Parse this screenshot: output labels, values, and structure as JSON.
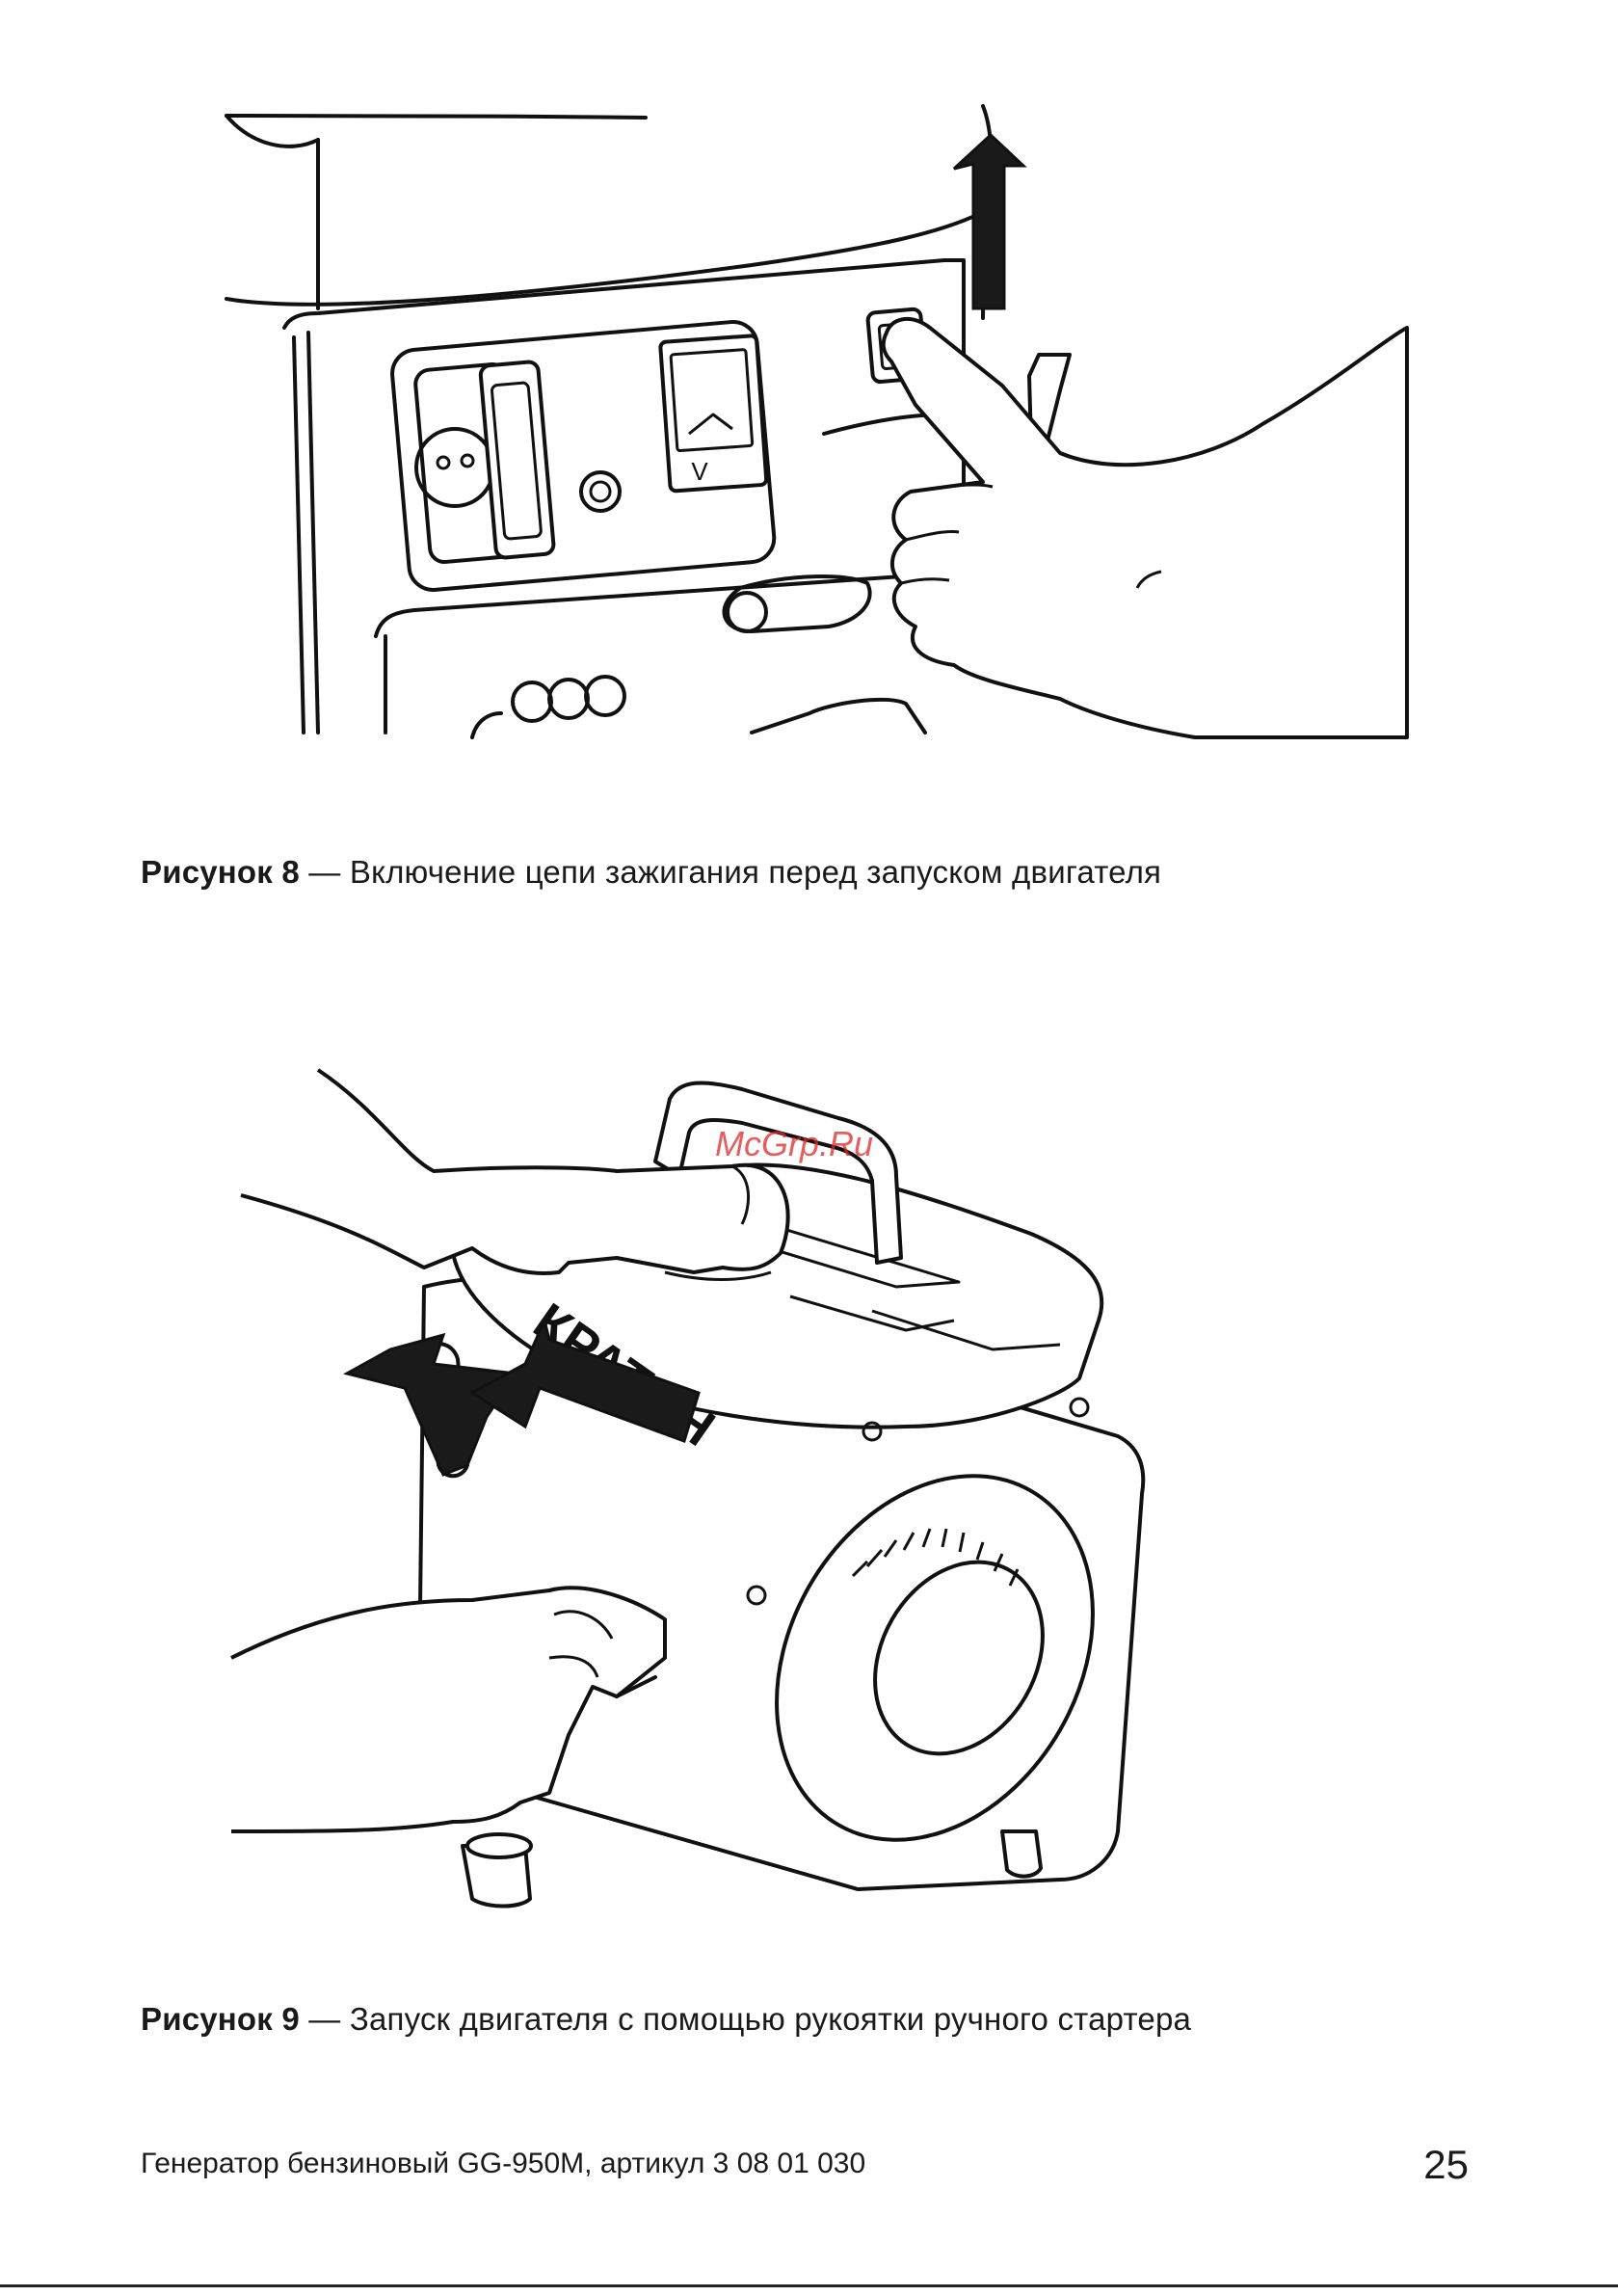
{
  "figure8": {
    "caption_bold": "Рисунок 8",
    "caption_text": " — Включение цепи зажигания перед запуском двигателя",
    "voltmeter_label": "V"
  },
  "figure9": {
    "caption_bold": "Рисунок 9",
    "caption_text": " — Запуск двигателя с помощью рукоятки ручного стартера",
    "brand_logo": "КРАТОН"
  },
  "watermark": "McGrp.Ru",
  "footer": {
    "product": "Генератор бензиновый GG-950M, артикул 3 08 01 030",
    "page_number": "25"
  }
}
